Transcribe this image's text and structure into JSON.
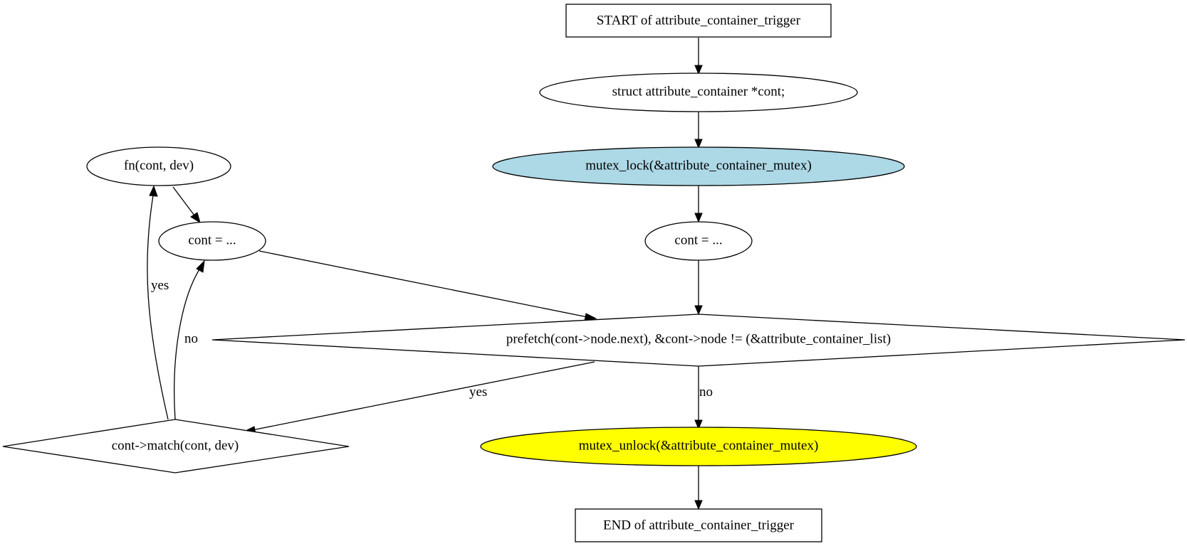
{
  "colors": {
    "mutex_lock_fill": "#add8e6",
    "mutex_unlock_fill": "#ffff00",
    "default_fill": "#ffffff",
    "stroke": "#000000"
  },
  "nodes": {
    "start": "START of attribute_container_trigger",
    "decl": "struct attribute_container *cont;",
    "lock": "mutex_lock(&attribute_container_mutex)",
    "cont_init": "cont = ...",
    "loop_cond": "prefetch(cont->node.next), &cont->node != (&attribute_container_list)",
    "match": "cont->match(cont, dev)",
    "fn_call": "fn(cont, dev)",
    "cont_next": "cont = ...",
    "unlock": "mutex_unlock(&attribute_container_mutex)",
    "end": "END of attribute_container_trigger"
  },
  "edge_labels": {
    "loop_yes": "yes",
    "loop_no": "no",
    "match_yes": "yes",
    "match_no": "no"
  }
}
